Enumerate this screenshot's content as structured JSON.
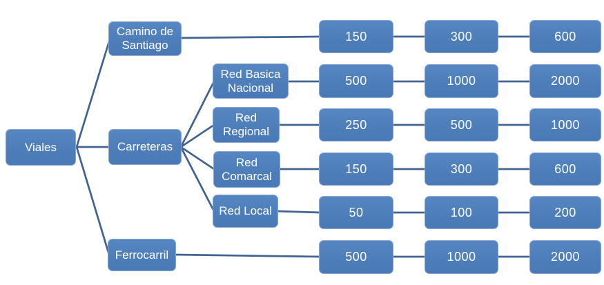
{
  "diagram": {
    "type": "hierarchy-tree",
    "orientation": "left-to-right",
    "colors": {
      "node_fill": "#4f81bd",
      "node_border": "#86a8d3",
      "node_text": "#ffffff",
      "connector": "#41638f",
      "background": "#ffffff"
    },
    "root": {
      "label": "Viales"
    },
    "branches": [
      {
        "label": "Camino de Santiago",
        "values": [
          "150",
          "300",
          "600"
        ]
      },
      {
        "label": "Carreteras",
        "children": [
          {
            "label": "Red Basica Nacional",
            "values": [
              "500",
              "1000",
              "2000"
            ]
          },
          {
            "label": "Red Regional",
            "values": [
              "250",
              "500",
              "1000"
            ]
          },
          {
            "label": "Red Comarcal",
            "values": [
              "150",
              "300",
              "600"
            ]
          },
          {
            "label": "Red Local",
            "values": [
              "50",
              "100",
              "200"
            ]
          }
        ]
      },
      {
        "label": "Ferrocarril",
        "values": [
          "500",
          "1000",
          "2000"
        ]
      }
    ]
  }
}
